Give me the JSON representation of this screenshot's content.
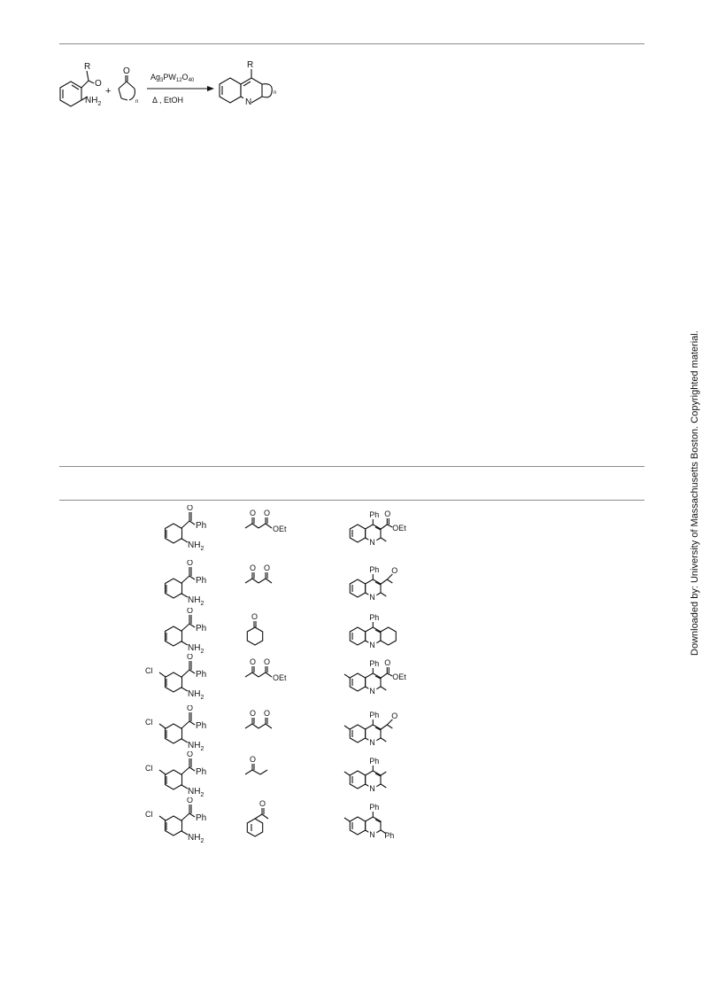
{
  "scheme": {
    "reactant1": {
      "r_label": "R",
      "o_label": "O",
      "amine": "NH",
      "amine_sub": "2"
    },
    "plus": "+",
    "reactant2": {
      "o_label": "O",
      "n_label": "n"
    },
    "reagent": {
      "a": "Ag",
      "a_sub": "3",
      "b": "PW",
      "b_sub": "12",
      "c": "O",
      "c_sub": "40"
    },
    "conditions": "Δ , EtOH",
    "product": {
      "r_label": "R",
      "n_atom": "N",
      "n_label": "n"
    }
  },
  "rows": [
    {
      "amino_ketone": {
        "cl": "",
        "o": "O",
        "ph": "Ph",
        "nh": "NH",
        "sub": "2"
      },
      "carbonyl": {
        "type": "acetoacetate",
        "o1": "O",
        "o2": "O",
        "oet": "OEt"
      },
      "product": {
        "cl": "",
        "ph": "Ph",
        "n": "N",
        "o": "O",
        "tail": "OEt"
      }
    },
    {
      "amino_ketone": {
        "cl": "",
        "o": "O",
        "ph": "Ph",
        "nh": "NH",
        "sub": "2"
      },
      "carbonyl": {
        "type": "acac",
        "o1": "O",
        "o2": "O"
      },
      "product": {
        "cl": "",
        "ph": "Ph",
        "n": "N",
        "o": "O",
        "tail": ""
      }
    },
    {
      "amino_ketone": {
        "cl": "",
        "o": "O",
        "ph": "Ph",
        "nh": "NH",
        "sub": "2"
      },
      "carbonyl": {
        "type": "cyclohexanone",
        "o1": "O"
      },
      "product": {
        "cl": "",
        "ph": "Ph",
        "n": "N",
        "o": "",
        "tail": ""
      }
    },
    {
      "amino_ketone": {
        "cl": "Cl",
        "o": "O",
        "ph": "Ph",
        "nh": "NH",
        "sub": "2"
      },
      "carbonyl": {
        "type": "acetoacetate",
        "o1": "O",
        "o2": "O",
        "oet": "OEt"
      },
      "product": {
        "cl": "Cl",
        "ph": "Ph",
        "n": "N",
        "o": "O",
        "tail": "OEt"
      }
    },
    {
      "amino_ketone": {
        "cl": "Cl",
        "o": "O",
        "ph": "Ph",
        "nh": "NH",
        "sub": "2"
      },
      "carbonyl": {
        "type": "acac",
        "o1": "O",
        "o2": "O"
      },
      "product": {
        "cl": "Cl",
        "ph": "Ph",
        "n": "N",
        "o": "O",
        "tail": ""
      }
    },
    {
      "amino_ketone": {
        "cl": "Cl",
        "o": "O",
        "ph": "Ph",
        "nh": "NH",
        "sub": "2"
      },
      "carbonyl": {
        "type": "butanone",
        "o1": "O"
      },
      "product": {
        "cl": "Cl",
        "ph": "Ph",
        "n": "N",
        "o": "",
        "tail": ""
      }
    },
    {
      "amino_ketone": {
        "cl": "Cl",
        "o": "O",
        "ph": "Ph",
        "nh": "NH",
        "sub": "2"
      },
      "carbonyl": {
        "type": "acetophenone",
        "o1": "O"
      },
      "product": {
        "cl": "Cl",
        "ph": "Ph",
        "n": "N",
        "o": "",
        "tail": "Ph"
      }
    }
  ],
  "side_note": "Downloaded by: University of Massachusetts Boston. Copyrighted material."
}
